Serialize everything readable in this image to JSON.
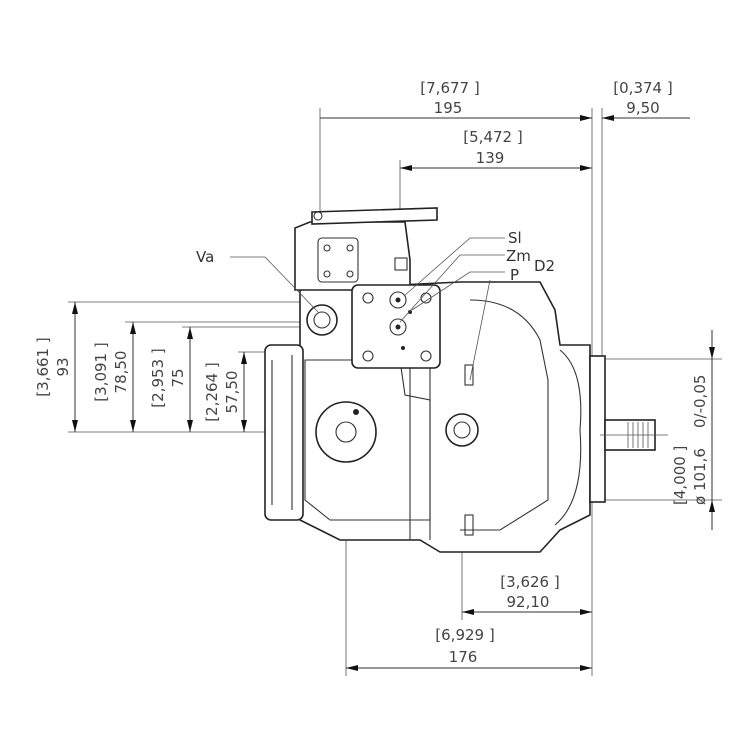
{
  "drawing": {
    "title": "Hydraulic pump dimension drawing",
    "dimensions_top": [
      {
        "inch": "[7,677 ]",
        "mm": "195"
      },
      {
        "inch": "[0,374 ]",
        "mm": "9,50"
      },
      {
        "inch": "[5,472 ]",
        "mm": "139"
      }
    ],
    "dimensions_left": [
      {
        "inch": "[3,661 ]",
        "mm": "93"
      },
      {
        "inch": "[3,091 ]",
        "mm": "78,50"
      },
      {
        "inch": "[2,953 ]",
        "mm": "75"
      },
      {
        "inch": "[2,264 ]",
        "mm": "57,50"
      }
    ],
    "dimension_right": {
      "inch": "[4,000 ]",
      "mm": "ø 101,6",
      "tolerance": "0/-0,05"
    },
    "dimensions_bottom": [
      {
        "inch": "[3,626 ]",
        "mm": "92,10"
      },
      {
        "inch": "[6,929 ]",
        "mm": "176"
      }
    ],
    "port_labels": {
      "va": "Va",
      "sl": "Sl",
      "zm": "Zm",
      "d2": "D2",
      "p": "P"
    }
  }
}
